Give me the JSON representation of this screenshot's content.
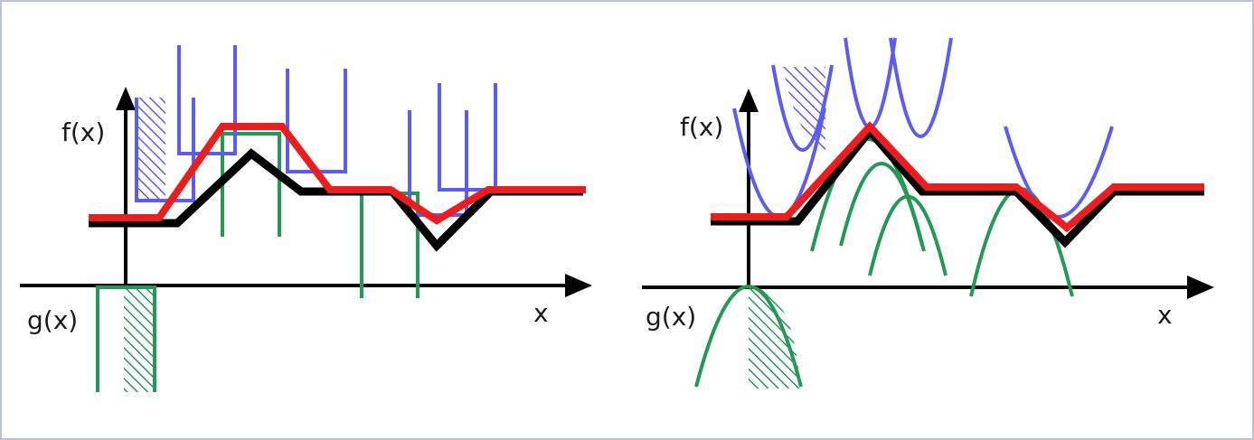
{
  "left_panel": {
    "fx_label": "f(x)",
    "gx_label": "g(x)",
    "x_label": "x",
    "structuring_element": "flat"
  },
  "right_panel": {
    "fx_label": "f(x)",
    "gx_label": "g(x)",
    "x_label": "x",
    "structuring_element": "parabolic"
  },
  "colors": {
    "signal": "#000000",
    "closing": "#ee1c1c",
    "dilation_probe": "#5a5cf5",
    "erosion_probe": "#229955",
    "frame": "#bcc4d4"
  }
}
